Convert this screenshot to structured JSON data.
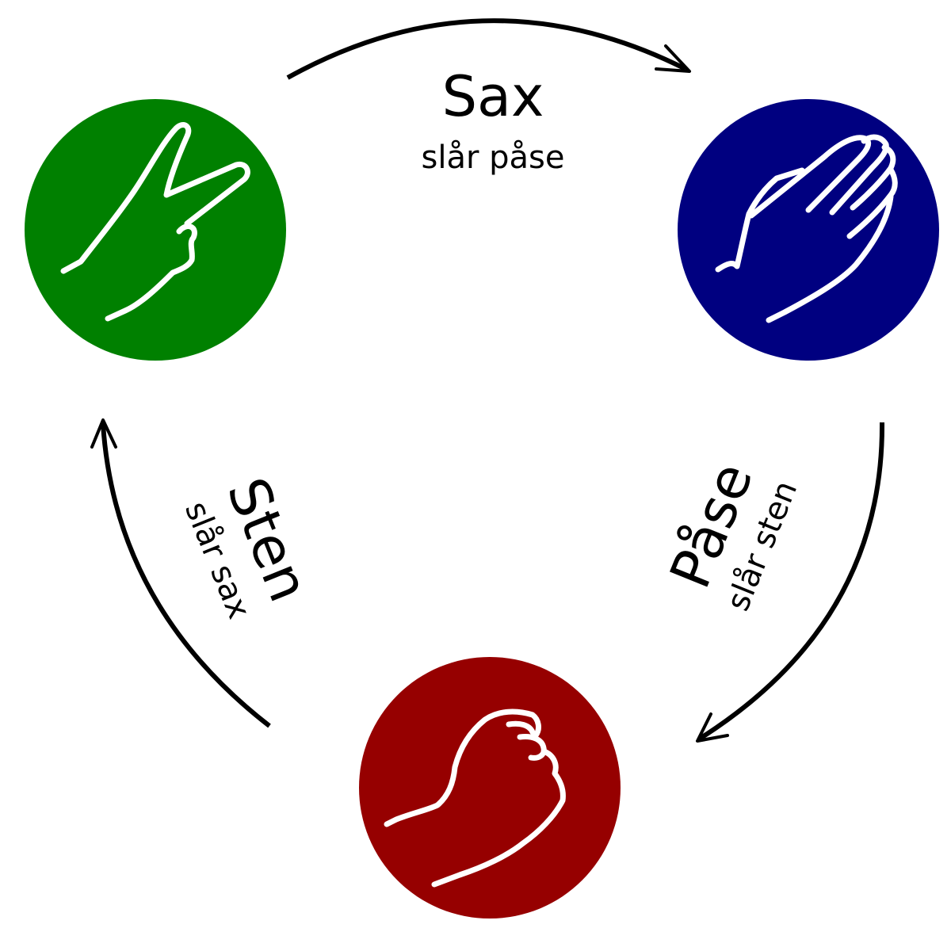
{
  "nodes": {
    "scissors": {
      "color": "#008000",
      "icon": "scissors-hand-icon"
    },
    "paper": {
      "color": "#000080",
      "icon": "paper-hand-icon"
    },
    "rock": {
      "color": "#960000",
      "icon": "rock-fist-icon"
    }
  },
  "edges": {
    "scissors_paper": {
      "title": "Sax",
      "subtitle": "slår påse"
    },
    "paper_rock": {
      "title": "Påse",
      "subtitle": "slår sten"
    },
    "rock_scissors": {
      "title": "Sten",
      "subtitle": "slår sax"
    }
  },
  "colors": {
    "arrow": "#000000",
    "hand_outline": "#ffffff"
  }
}
